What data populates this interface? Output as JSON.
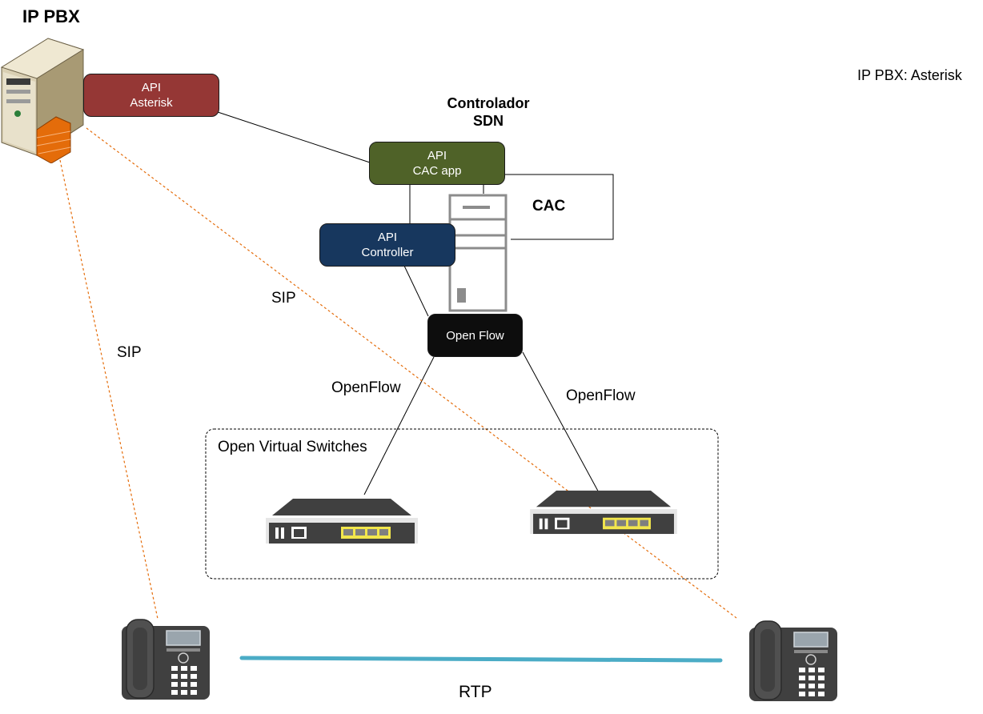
{
  "labels": {
    "ip_pbx_title": "IP PBX",
    "ip_pbx_note": "IP PBX: Asterisk",
    "controller_title_line1": "Controlador",
    "controller_title_line2": "SDN",
    "cac": "CAC",
    "sip_left": "SIP",
    "sip_mid": "SIP",
    "openflow_left": "OpenFlow",
    "openflow_right": "OpenFlow",
    "switches_group": "Open Virtual Switches",
    "rtp": "RTP"
  },
  "boxes": {
    "api_asterisk": {
      "line1": "API",
      "line2": "Asterisk",
      "color": "#953735"
    },
    "api_cac": {
      "line1": "API",
      "line2": "CAC app",
      "color": "#4f6228"
    },
    "api_controller": {
      "line1": "API",
      "line2": "Controller",
      "color": "#17375e"
    },
    "open_flow": {
      "line1": "Open Flow",
      "color": "#0d0d0d"
    }
  },
  "colors": {
    "sip_dotted": "#e46c0a",
    "rtp_line": "#4bacc6",
    "connector": "#000000",
    "server_outline": "#8c8c8c"
  },
  "icons": {
    "pbx_server": "server-firewall-icon",
    "sdn_server": "server-tower-icon",
    "switch_left": "network-switch-icon",
    "switch_right": "network-switch-icon",
    "phone_left": "ip-phone-icon",
    "phone_right": "ip-phone-icon"
  }
}
